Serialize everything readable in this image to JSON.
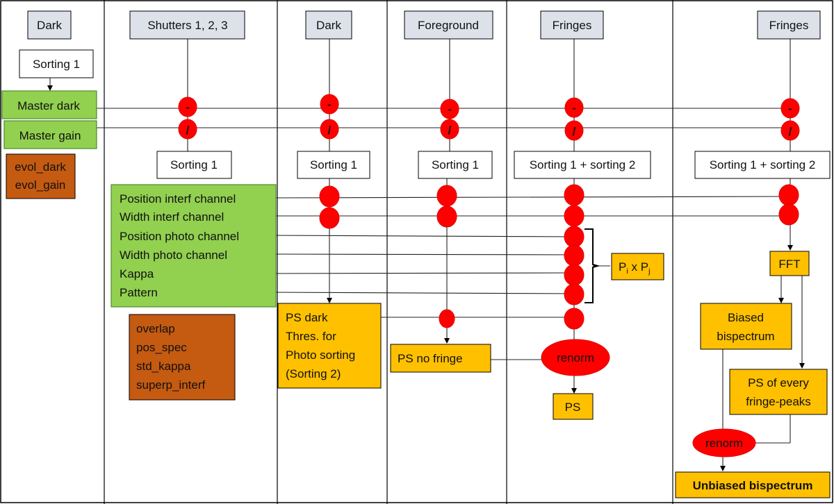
{
  "columns": [
    {
      "header": "Dark"
    },
    {
      "header": "Shutters 1, 2, 3"
    },
    {
      "header": "Dark"
    },
    {
      "header": "Foreground"
    },
    {
      "header": "Fringes"
    },
    {
      "header": "Fringes"
    }
  ],
  "col1": {
    "sorting": "Sorting 1",
    "master_dark": "Master dark",
    "master_gain": "Master gain",
    "evol": [
      "evol_dark",
      "evol_gain"
    ]
  },
  "sorting_labels": {
    "shutters": "Sorting 1",
    "dark": "Sorting 1",
    "foreground": "Sorting 1",
    "fringes1": "Sorting 1 + sorting 2",
    "fringes2": "Sorting 1 + sorting 2"
  },
  "params": [
    "Position interf channel",
    "Width interf channel",
    "Position photo channel",
    "Width photo channel",
    "Kappa",
    "Pattern"
  ],
  "quality": [
    "overlap",
    "pos_spec",
    "std_kappa",
    "superp_interf"
  ],
  "ops": {
    "subtract": "-",
    "divide": "/"
  },
  "ps_dark": [
    "PS   dark",
    "Thres. for",
    "Photo sorting",
    "(Sorting 2)"
  ],
  "ps_no_fringe": "PS   no fringe",
  "pipj": {
    "p1": "P",
    "sub1": "i",
    "mid": " x P",
    "sub2": "j"
  },
  "renorm": "renorm",
  "ps_out": "PS",
  "fft": "FFT",
  "biased": [
    "Biased",
    "bispectrum"
  ],
  "ps_every": [
    "PS of every",
    "fringe-peaks"
  ],
  "renorm2": "renorm",
  "unbiased": "Unbiased bispectrum"
}
